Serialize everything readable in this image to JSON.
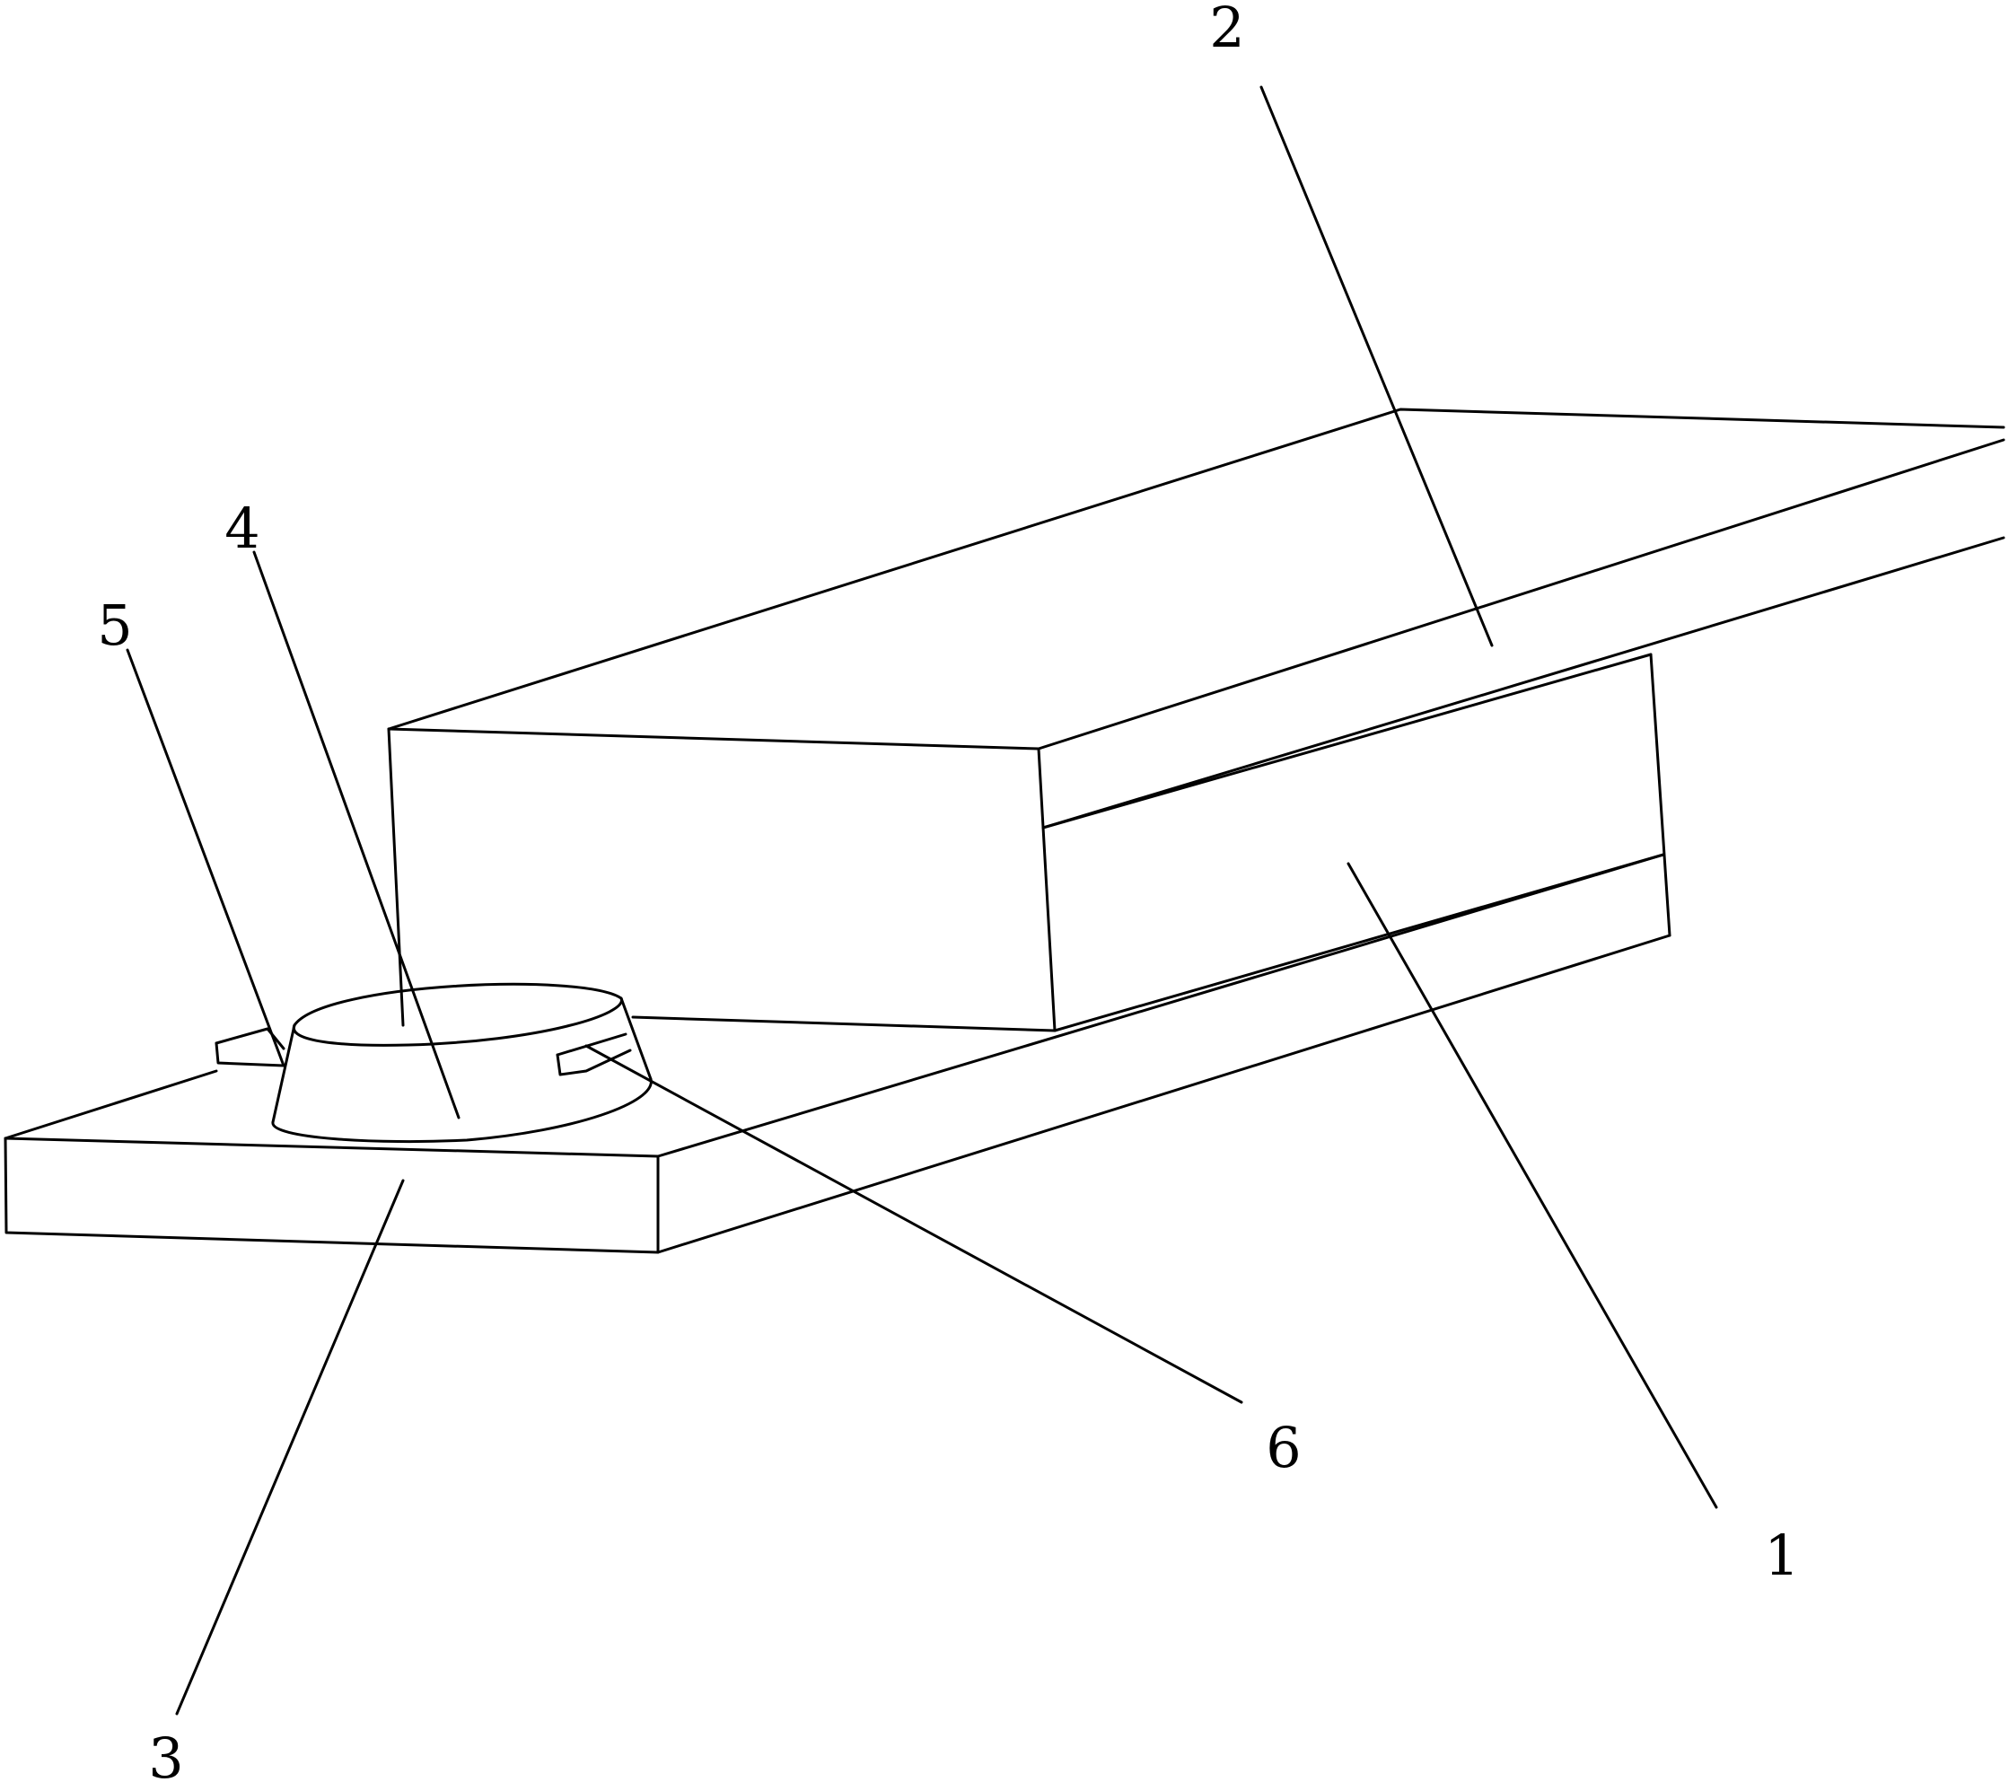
{
  "figure": {
    "callouts": {
      "part_1": "1",
      "part_2": "2",
      "part_3": "3",
      "part_4": "4",
      "part_5": "5",
      "part_6": "6"
    }
  }
}
